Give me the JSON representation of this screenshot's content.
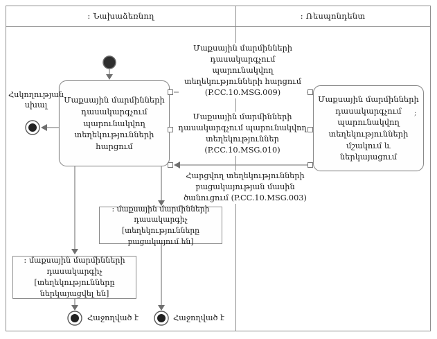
{
  "diagram": {
    "lanes": [
      {
        "label": ": Նախաձեռնող"
      },
      {
        "label": ": Ռեսպոնդենտ"
      }
    ],
    "activities": {
      "initiator": "Մաքսային մարմինների դասակարգչում պարունակվող տեղեկությունների հարցում",
      "responder": "Մաքսային մարմինների դասակարգչում պարունակվող տեղեկությունների մշակում և ներկայացում"
    },
    "objects": {
      "classifier_absent": ": մաքսային մարմինների դասակարգիչ [տեղեկությունները բացակայում են]",
      "classifier_presented": ": մաքսային մարմինների դասակարգիչ [տեղեկությունները ներկայացվել են]"
    },
    "messages": {
      "msg009": "Մաքսային մարմինների դասակարգչում պարունակվող տեղեկությունների հարցում (P.CC.10.MSG.009)",
      "msg010": "Մաքսային մարմինների դասակարգչում պարունակվող տեղեկություններ (P.CC.10.MSG.010)",
      "msg003": "Հարցվող տեղեկությունների բացակայության մասին ծանուցում (P.CC.10.MSG.003)"
    },
    "labels": {
      "control_error": "Հսկողության սխալ",
      "success_left": "Հաջողված է",
      "success_right": "Հաջողված է",
      "subactivity_marker": ";"
    },
    "colors": {
      "line": "#8a8a8a",
      "border": "#8c8c8c",
      "node_fill": "#2e2e2e",
      "text": "#1c1c1c"
    }
  }
}
